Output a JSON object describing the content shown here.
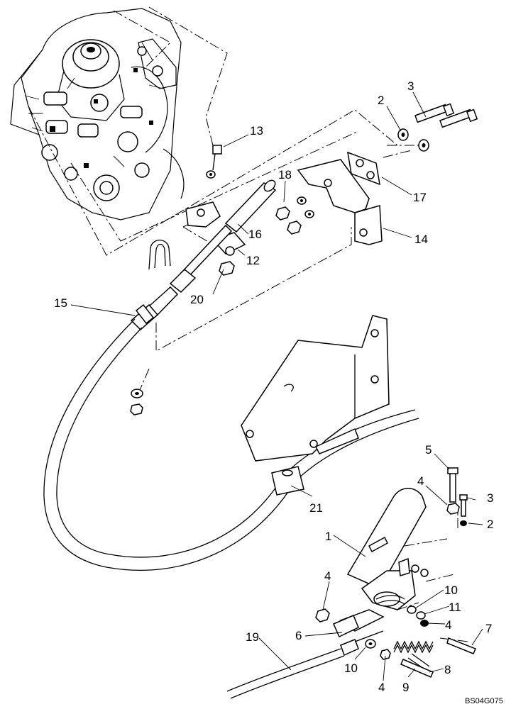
{
  "diagram": {
    "reference_code": "BS04G075",
    "callouts": [
      "1",
      "2",
      "2",
      "3",
      "3",
      "4",
      "4",
      "4",
      "4",
      "5",
      "6",
      "7",
      "8",
      "9",
      "10",
      "10",
      "11",
      "12",
      "13",
      "14",
      "15",
      "16",
      "17",
      "18",
      "19",
      "20",
      "21"
    ]
  }
}
